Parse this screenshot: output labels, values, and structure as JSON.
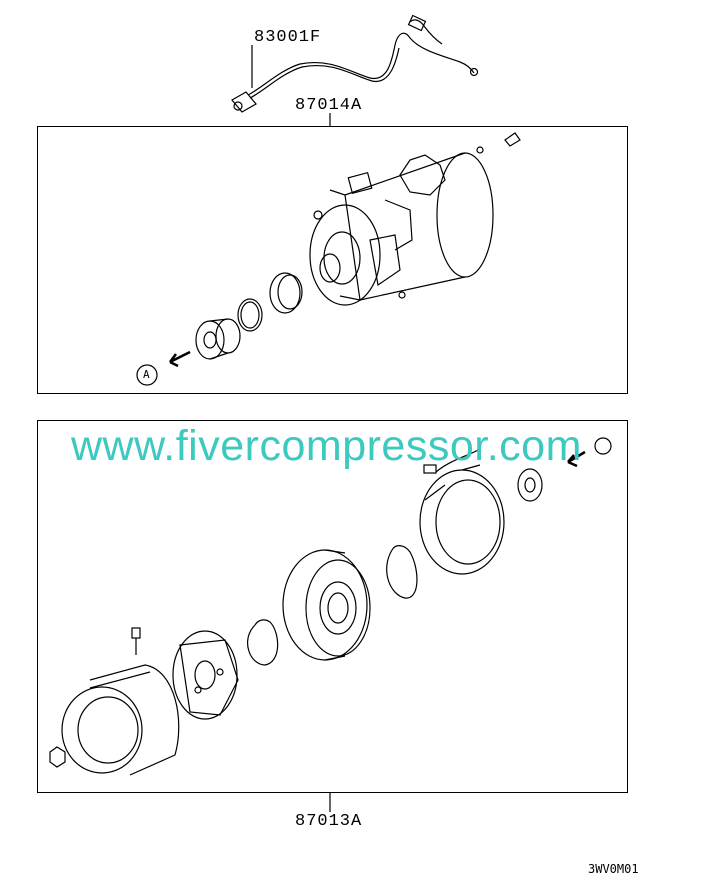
{
  "labels": {
    "harness": "83001F",
    "compressor_assy": "87014A",
    "clutch_assy": "87013A",
    "callout_a": "A",
    "drawing_code": "3WV0M01"
  },
  "watermark": "www.fivercompressor.com",
  "colors": {
    "line": "#000000",
    "watermark": "#3cc9c0",
    "background": "#ffffff"
  }
}
